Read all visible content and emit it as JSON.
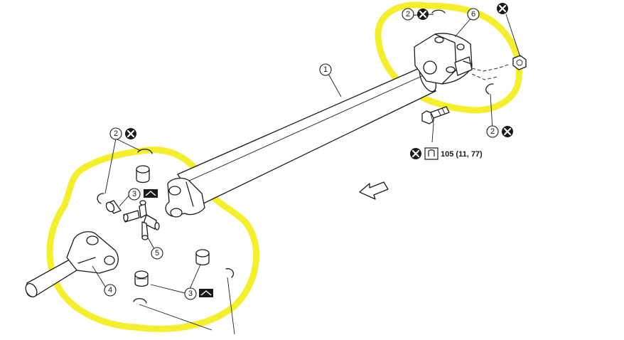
{
  "callouts": [
    {
      "id": "c1",
      "label": "1"
    },
    {
      "id": "c2a",
      "label": "2"
    },
    {
      "id": "c2b",
      "label": "2"
    },
    {
      "id": "c2c",
      "label": "2"
    },
    {
      "id": "c3a",
      "label": "3"
    },
    {
      "id": "c3b",
      "label": "3"
    },
    {
      "id": "c4",
      "label": "4"
    },
    {
      "id": "c5",
      "label": "5"
    },
    {
      "id": "c6",
      "label": "6"
    }
  ],
  "torque": {
    "value": "105 (11, 77)"
  },
  "icons": {
    "non_reusable": "non-reusable-x-icon",
    "torque": "torque-wrench-icon",
    "grease": "grease-icon",
    "direction": "front-direction-arrow-icon"
  },
  "colors": {
    "highlight": "#f2ee22",
    "line": "#1a1a1a"
  }
}
